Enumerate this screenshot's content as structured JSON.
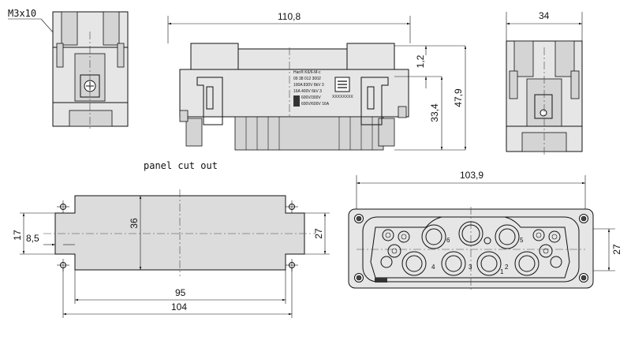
{
  "callouts": {
    "screw_label": "M3x10",
    "panel_cut_out": "panel cut out"
  },
  "dimensions": {
    "side_width": "110,8",
    "end_width": "34",
    "small_height": "1,2",
    "mid_height": "33,4",
    "total_height": "47,9",
    "cutout_width_inner": "95",
    "cutout_width_outer": "104",
    "cutout_height": "36",
    "cutout_height_right": "27",
    "cutout_left_17": "17",
    "cutout_offset": "8,5",
    "face_width": "103,9",
    "face_height": "27"
  },
  "product_label": {
    "brand": "Han® K6/6-M-c",
    "part_no": "09 38 012 3002",
    "rating1": "100A 830V 8kV 3",
    "rating2": "16A 400V 6kV 3",
    "rating3": "600V/300V",
    "rating4": "600V/600V 16A",
    "code": "XXXXXXXX"
  },
  "pin_numbers": [
    "1",
    "2",
    "3",
    "4",
    "5",
    "6"
  ]
}
